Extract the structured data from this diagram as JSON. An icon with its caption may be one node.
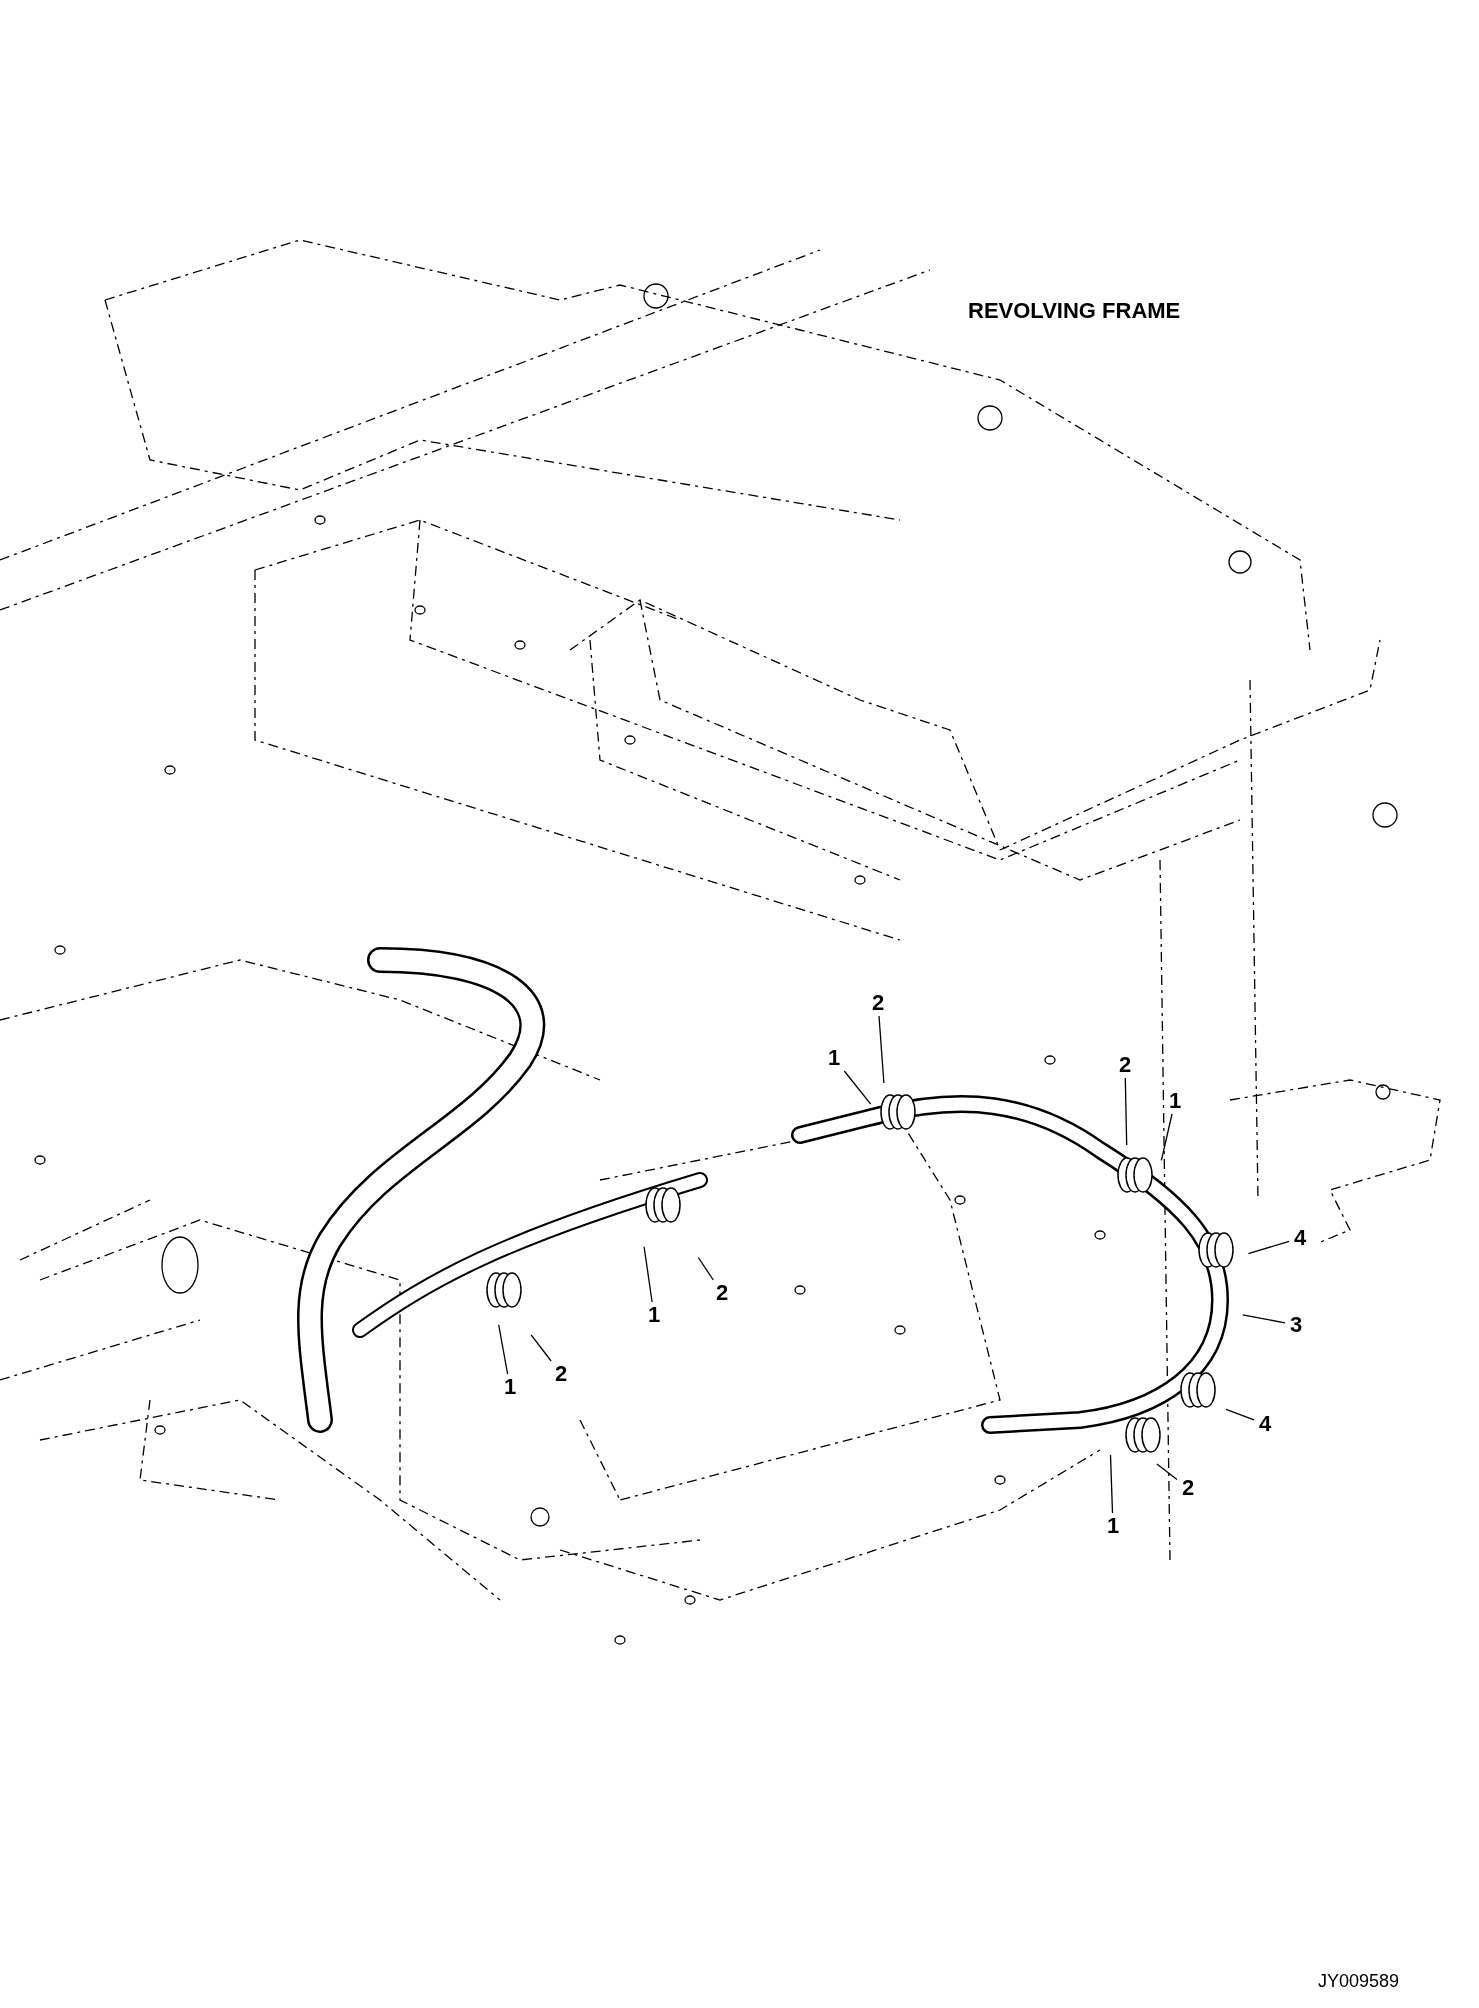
{
  "diagram": {
    "nodes": [
      {
        "text": [
          "2"
        ]
      },
      {
        "text": [
          "1"
        ]
      },
      {
        "text": [
          "2"
        ]
      },
      {
        "text": [
          "1"
        ]
      },
      {
        "text": [
          "4"
        ]
      },
      {
        "text": [
          "2"
        ]
      },
      {
        "text": [
          "1"
        ]
      },
      {
        "text": [
          "3"
        ]
      },
      {
        "text": [
          "2"
        ]
      },
      {
        "text": [
          "1"
        ]
      },
      {
        "text": [
          "4"
        ]
      },
      {
        "text": [
          "2"
        ]
      },
      {
        "text": [
          "1"
        ]
      }
    ],
    "edges": [
      {
        "from": 0,
        "to": null,
        "arrow": "none"
      },
      {
        "from": 1,
        "to": null,
        "arrow": "none"
      },
      {
        "from": 2,
        "to": null,
        "arrow": "none"
      },
      {
        "from": 3,
        "to": null,
        "arrow": "none"
      },
      {
        "from": 4,
        "to": null,
        "arrow": "none"
      },
      {
        "from": 5,
        "to": null,
        "arrow": "none"
      },
      {
        "from": 6,
        "to": null,
        "arrow": "none"
      },
      {
        "from": 7,
        "to": null,
        "arrow": "none"
      },
      {
        "from": 8,
        "to": null,
        "arrow": "none"
      },
      {
        "from": 9,
        "to": null,
        "arrow": "none"
      },
      {
        "from": 10,
        "to": null,
        "arrow": "none"
      },
      {
        "from": 11,
        "to": null,
        "arrow": "none"
      },
      {
        "from": 12,
        "to": null,
        "arrow": "none"
      }
    ],
    "labels": [
      "REVOLVING FRAME",
      "JY009589"
    ]
  }
}
